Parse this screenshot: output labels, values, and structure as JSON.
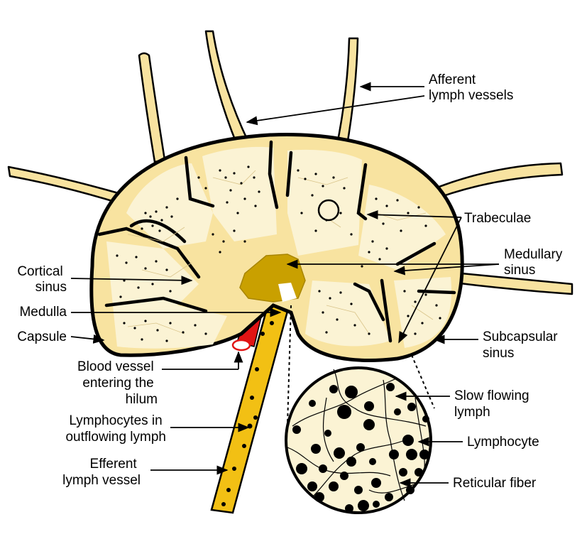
{
  "labels": {
    "afferent": [
      "Afferent",
      "lymph vessels"
    ],
    "trabeculae": [
      "Trabeculae"
    ],
    "medullary_sinus": [
      "Medullary",
      "sinus"
    ],
    "cortical_sinus": [
      "Cortical",
      "sinus"
    ],
    "medulla": [
      "Medulla"
    ],
    "capsule": [
      "Capsule"
    ],
    "subcapsular_sinus": [
      "Subcapsular",
      "sinus"
    ],
    "blood_vessel": [
      "Blood vessel",
      "entering the",
      "hilum"
    ],
    "slow_flowing_lymph": [
      "Slow flowing",
      "lymph"
    ],
    "lymphocytes_outflowing": [
      "Lymphocytes in",
      "outflowing lymph"
    ],
    "lymphocyte": [
      "Lymphocyte"
    ],
    "efferent": [
      "Efferent",
      "lymph vessel"
    ],
    "reticular_fiber": [
      "Reticular fiber"
    ]
  },
  "colors": {
    "sinus_yellow": "#f8e3a0",
    "node_fill": "#fbf3d4",
    "hilum_gold": "#c9a000",
    "efferent_gold": "#f2c014",
    "blood_red": "#e11414",
    "outline": "#000000"
  },
  "icons": {
    "lymphocyte_dot": "filled-circle",
    "arrow": "arrow-head"
  }
}
